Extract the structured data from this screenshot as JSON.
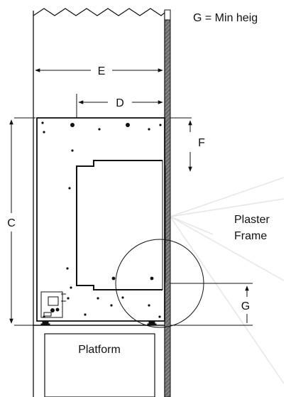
{
  "colors": {
    "line": "#111111",
    "wall_fill": "#555555",
    "wall_hatch": "#9a9a9a",
    "watermark": "#e6e6e6",
    "background": "#ffffff"
  },
  "labels": {
    "note": "G = Min heig",
    "dim_e": "E",
    "dim_d": "D",
    "dim_c": "C",
    "dim_f": "F",
    "dim_g": "G",
    "plaster_line1": "Plaster",
    "plaster_line2": "Frame",
    "platform": "Platform"
  }
}
